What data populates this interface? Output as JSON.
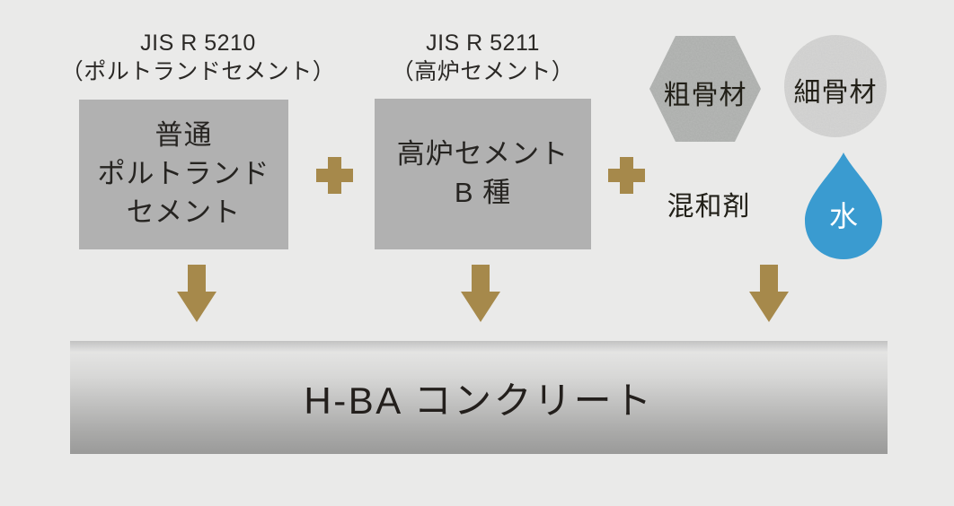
{
  "colors": {
    "gold": "#a6894b",
    "box_gray": "#b1b1b1",
    "water_blue": "#3a9bd0",
    "hex_base": "#b5b7b5",
    "circle_base": "#d4d4d3",
    "background": "#eaeae9",
    "bar_text": "#231f1c"
  },
  "cement1": {
    "standard": "JIS R 5210",
    "standard_note": "（ポルトランドセメント）",
    "name_line1": "普通",
    "name_line2": "ポルトランド",
    "name_line3": "セメント"
  },
  "cement2": {
    "standard": "JIS R 5211",
    "standard_note": "（高炉セメント）",
    "name_line1": "高炉セメント",
    "name_line2": "B 種"
  },
  "ingredients": {
    "coarse_aggregate": "粗骨材",
    "fine_aggregate": "細骨材",
    "admixture": "混和剤",
    "water": "水"
  },
  "result": {
    "title": "H-BA コンクリート"
  }
}
